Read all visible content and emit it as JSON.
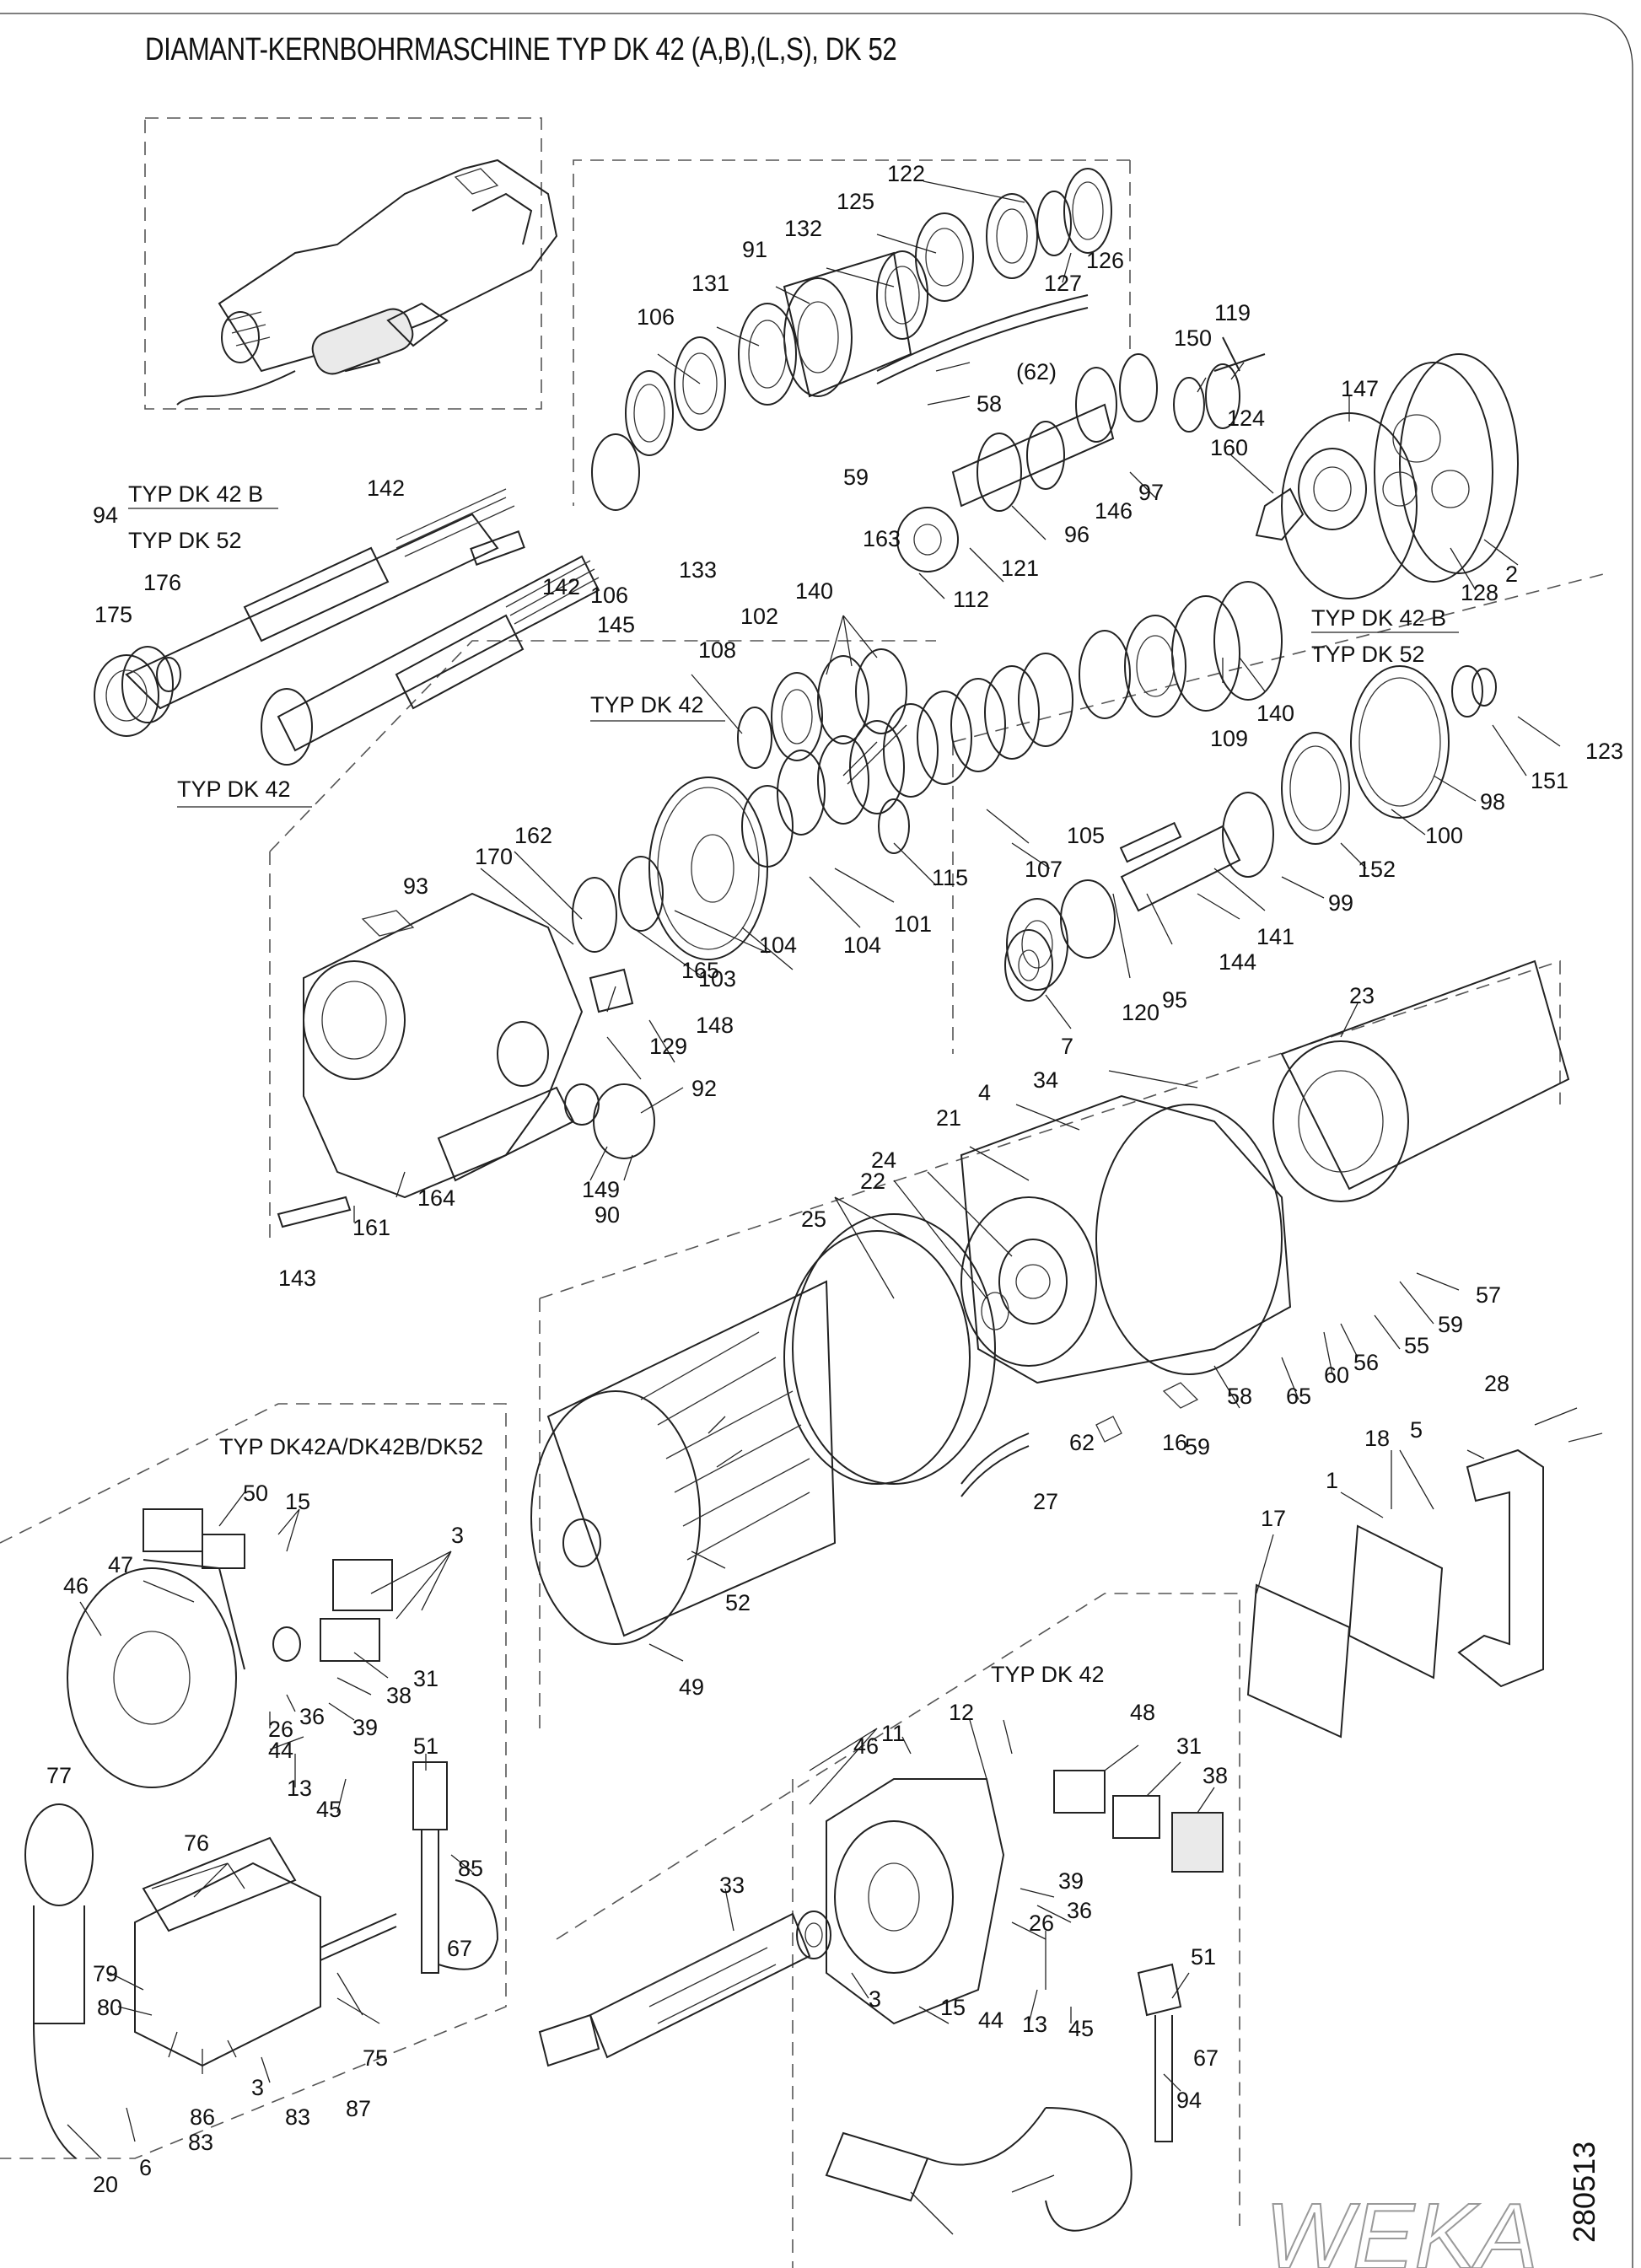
{
  "diagram": {
    "title": "DIAMANT-KERNBOHRMASCHINE TYP DK 42 (A,B),(L,S), DK 52",
    "document_number": "280513",
    "brand_watermark": "WEKA",
    "variant_labels": {
      "dk42b_top": "TYP DK 42 B",
      "dk52_top": "TYP DK 52",
      "dk42_mid": "TYP DK 42",
      "dk42_bottom": "TYP DK 42",
      "dk42b_right": "TYP DK 42 B",
      "dk52_right": "TYP DK 52",
      "switch_box": "TYP DK42A/DK42B/DK52",
      "alt_endbell": "TYP DK 42"
    },
    "part_numbers": [
      "122",
      "125",
      "132",
      "91",
      "131",
      "106",
      "126",
      "127",
      "119",
      "150",
      "(62)",
      "58",
      "59",
      "147",
      "124",
      "160",
      "163",
      "133",
      "106",
      "145",
      "142",
      "142",
      "94",
      "176",
      "175",
      "146",
      "97",
      "96",
      "121",
      "112",
      "140",
      "102",
      "108",
      "128",
      "2",
      "109",
      "140",
      "123",
      "151",
      "98",
      "100",
      "152",
      "99",
      "105",
      "107",
      "115",
      "101",
      "104",
      "104",
      "103",
      "165",
      "162",
      "170",
      "93",
      "148",
      "129",
      "92",
      "149",
      "90",
      "164",
      "161",
      "143",
      "141",
      "144",
      "95",
      "120",
      "7",
      "23",
      "34",
      "4",
      "21",
      "22",
      "24",
      "25",
      "57",
      "59",
      "55",
      "56",
      "60",
      "65",
      "58",
      "62",
      "59",
      "27",
      "16",
      "28",
      "5",
      "18",
      "1",
      "17",
      "52",
      "49",
      "50",
      "15",
      "3",
      "47",
      "46",
      "31",
      "38",
      "39",
      "36",
      "26",
      "44",
      "13",
      "45",
      "51",
      "85",
      "67",
      "76",
      "77",
      "79",
      "80",
      "86",
      "83",
      "83",
      "87",
      "75",
      "6",
      "20",
      "3",
      "33",
      "3",
      "15",
      "46",
      "11",
      "12",
      "48",
      "31",
      "38",
      "39",
      "36",
      "26",
      "44",
      "13",
      "45",
      "51",
      "67",
      "94"
    ]
  }
}
